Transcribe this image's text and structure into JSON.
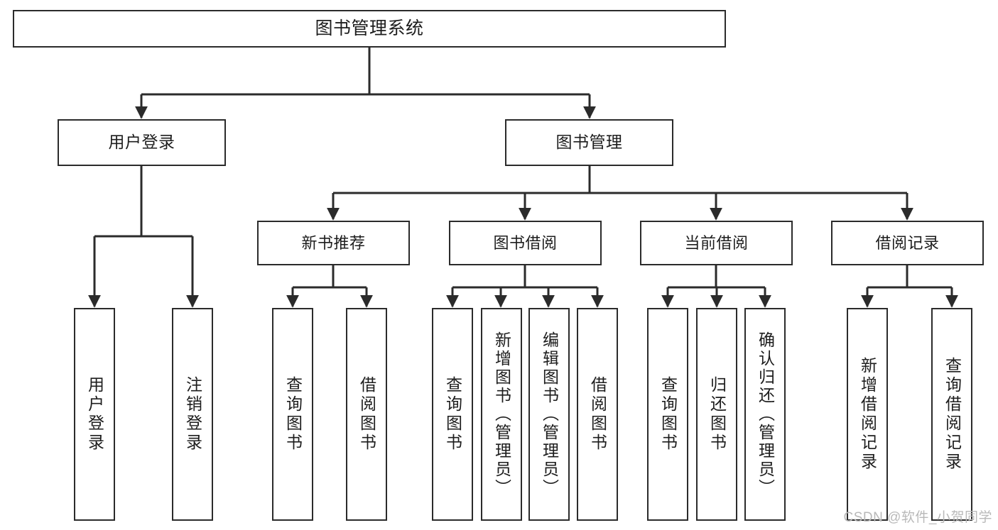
{
  "diagram": {
    "title": "图书管理系统",
    "watermark": "CSDN @软件_小贺同学",
    "root": {
      "label": "图书管理系统"
    },
    "tier2": [
      {
        "label": "用户登录"
      },
      {
        "label": "图书管理"
      }
    ],
    "tier3": [
      {
        "label": "新书推荐"
      },
      {
        "label": "图书借阅"
      },
      {
        "label": "当前借阅"
      },
      {
        "label": "借阅记录"
      }
    ],
    "leaves": [
      {
        "label": "用户登录"
      },
      {
        "label": "注销登录"
      },
      {
        "label": "查询图书"
      },
      {
        "label": "借阅图书"
      },
      {
        "label": "查询图书"
      },
      {
        "label": "新增图书（管理员）"
      },
      {
        "label": "编辑图书（管理员）"
      },
      {
        "label": "借阅图书"
      },
      {
        "label": "查询图书"
      },
      {
        "label": "归还图书"
      },
      {
        "label": "确认归还（管理员）"
      },
      {
        "label": "新增借阅记录"
      },
      {
        "label": "查询借阅记录"
      }
    ],
    "colors": {
      "stroke": "#2b2b2b",
      "text": "#1d1d1d",
      "background": "#ffffff",
      "watermark": "#b9b9b9"
    }
  }
}
